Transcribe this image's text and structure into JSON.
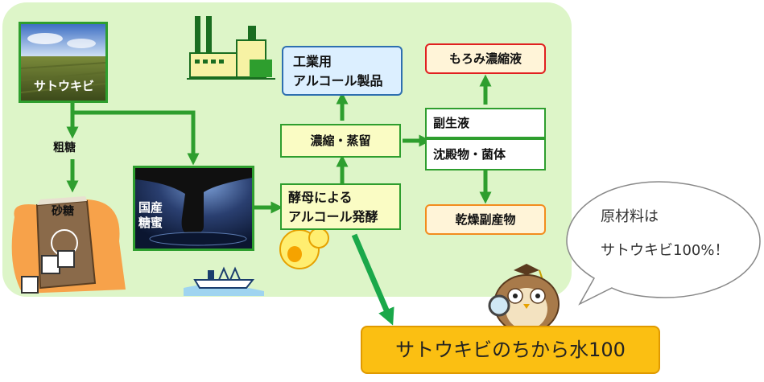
{
  "nodes": {
    "sugarcane": "サトウキビ",
    "raw_sugar": "粗糖",
    "sugar": "砂糖",
    "molasses_line1": "国産",
    "molasses_line2": "糖蜜",
    "fermentation_line1": "酵母による",
    "fermentation_line2": "アルコール発酵",
    "distillation": "濃縮・蒸留",
    "industrial_line1": "工業用",
    "industrial_line2": "アルコール製品",
    "by_liquid": "副生液",
    "sediment": "沈殿物・菌体",
    "moromi": "もろみ濃縮液",
    "dried_byproduct": "乾燥副産物"
  },
  "speech": {
    "line1": "原材料は",
    "line2": "サトウキビ100%！"
  },
  "product": "サトウキビのちから水100",
  "colors": {
    "panel": "#ddf5c8",
    "arrow": "#2e9e2e",
    "product": "#fbbf12"
  },
  "icons": [
    "factory-icon",
    "sugar-bag-icon",
    "sugar-cube-icon",
    "ship-icon",
    "yeast-icon",
    "owl-mascot-icon"
  ]
}
